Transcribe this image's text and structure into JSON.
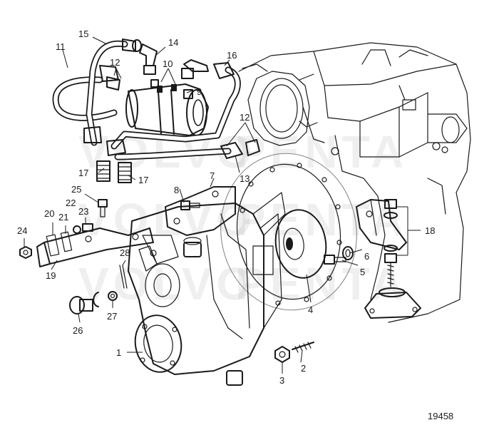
{
  "figure_number": "19458",
  "callouts": [
    {
      "id": "1",
      "label": "1"
    },
    {
      "id": "2",
      "label": "2"
    },
    {
      "id": "3",
      "label": "3"
    },
    {
      "id": "4",
      "label": "4"
    },
    {
      "id": "5",
      "label": "5"
    },
    {
      "id": "6",
      "label": "6"
    },
    {
      "id": "7",
      "label": "7"
    },
    {
      "id": "8",
      "label": "8"
    },
    {
      "id": "9",
      "label": "9"
    },
    {
      "id": "10",
      "label": "10"
    },
    {
      "id": "11",
      "label": "11"
    },
    {
      "id": "12a",
      "label": "12"
    },
    {
      "id": "12b",
      "label": "12"
    },
    {
      "id": "13",
      "label": "13"
    },
    {
      "id": "14",
      "label": "14"
    },
    {
      "id": "15",
      "label": "15"
    },
    {
      "id": "16",
      "label": "16"
    },
    {
      "id": "17a",
      "label": "17"
    },
    {
      "id": "17b",
      "label": "17"
    },
    {
      "id": "18",
      "label": "18"
    },
    {
      "id": "19",
      "label": "19"
    },
    {
      "id": "20",
      "label": "20"
    },
    {
      "id": "21",
      "label": "21"
    },
    {
      "id": "22",
      "label": "22"
    },
    {
      "id": "23",
      "label": "23"
    },
    {
      "id": "24",
      "label": "24"
    },
    {
      "id": "25",
      "label": "25"
    },
    {
      "id": "26",
      "label": "26"
    },
    {
      "id": "27",
      "label": "27"
    },
    {
      "id": "28",
      "label": "28"
    }
  ]
}
